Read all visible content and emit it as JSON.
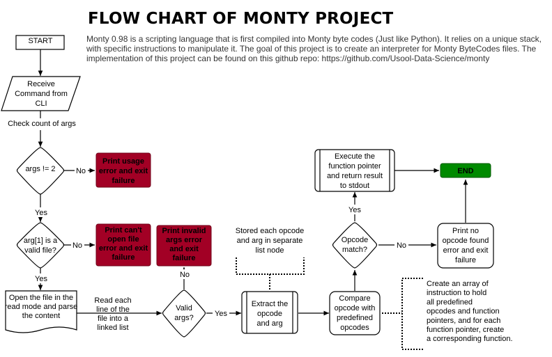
{
  "title": "FLOW CHART OF MONTY PROJECT",
  "description": "Monty 0.98 is a scripting language that is first compiled into Monty byte codes (Just like Python). It relies on a unique stack, with specific instructions to manipulate it. The goal of this project is to create an interpreter for Monty ByteCodes files. The implementation of this project can be found on this github repo: https://github.com/Usool-Data-Science/monty",
  "colors": {
    "error_fill": "#a20025",
    "end_fill": "#008a00",
    "stroke": "#000000"
  },
  "nodes": {
    "start": [
      "START"
    ],
    "receive": [
      "Receive",
      "Command from",
      "CLI"
    ],
    "args_check": [
      "args != 2"
    ],
    "usage_error": [
      "Print usage",
      "error and exit",
      "failure"
    ],
    "valid_file": [
      "arg[1] is a",
      "valid file?"
    ],
    "file_error": [
      "Print can't",
      "open file",
      "error and exit",
      "failure"
    ],
    "open_file": [
      "Open the file in the",
      "read mode and parse",
      "the content"
    ],
    "invalid_args_error": [
      "Print invalid",
      "args error",
      "and exit",
      "failure"
    ],
    "valid_args": [
      "Valid",
      "args?"
    ],
    "extract": [
      "Extract the",
      "opcode",
      "and arg"
    ],
    "compare": [
      "Compare",
      "opcode with",
      "predefined",
      "opcodes"
    ],
    "opcode_match": [
      "Opcode",
      "match?"
    ],
    "no_opcode_error": [
      "Print no",
      "opcode found",
      "error and exit",
      "failure"
    ],
    "execute": [
      "Execute the",
      "function pointer",
      "and return result",
      "to stdout"
    ],
    "end": [
      "END"
    ]
  },
  "labels": {
    "check_count": [
      "Check count of args"
    ],
    "read_each": [
      "Read each",
      "line of the",
      "file into a",
      "linked list"
    ],
    "no1": [
      "No"
    ],
    "no2": [
      "No"
    ],
    "no3": [
      "No"
    ],
    "no4": [
      "No"
    ],
    "yes1": [
      "Yes"
    ],
    "yes2": [
      "Yes"
    ],
    "yes3": [
      "Yes"
    ],
    "yes4": [
      "Yes"
    ]
  },
  "annotations": {
    "stored": [
      "Stored each opcode",
      "and arg in separate",
      "list node"
    ],
    "array": [
      "Create an array of",
      "instruction to hold",
      "all predefined",
      "opcodes and function",
      "pointers, and for each",
      "function pointer, create",
      "a corresponding function."
    ]
  }
}
